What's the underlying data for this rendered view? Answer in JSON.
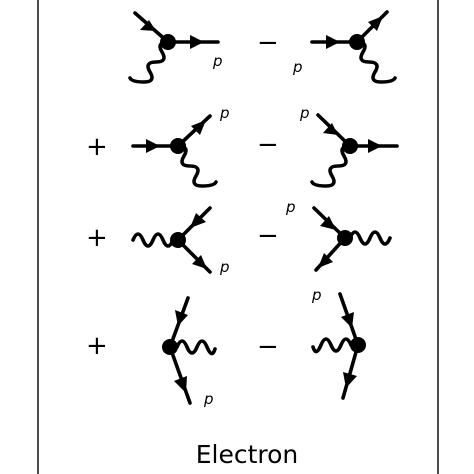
{
  "title": "Electron",
  "rows": [
    {
      "left_sign": "",
      "mid_sign": "−",
      "left_label": "p",
      "right_label": "p"
    },
    {
      "left_sign": "+",
      "mid_sign": "−",
      "left_label": "p",
      "right_label": "p"
    },
    {
      "left_sign": "+",
      "mid_sign": "−",
      "left_label": "p",
      "right_label": "p"
    },
    {
      "left_sign": "+",
      "mid_sign": "−",
      "left_label": "p",
      "right_label": "p"
    }
  ],
  "colors": {
    "line": "#000000",
    "background": "#ffffff"
  }
}
